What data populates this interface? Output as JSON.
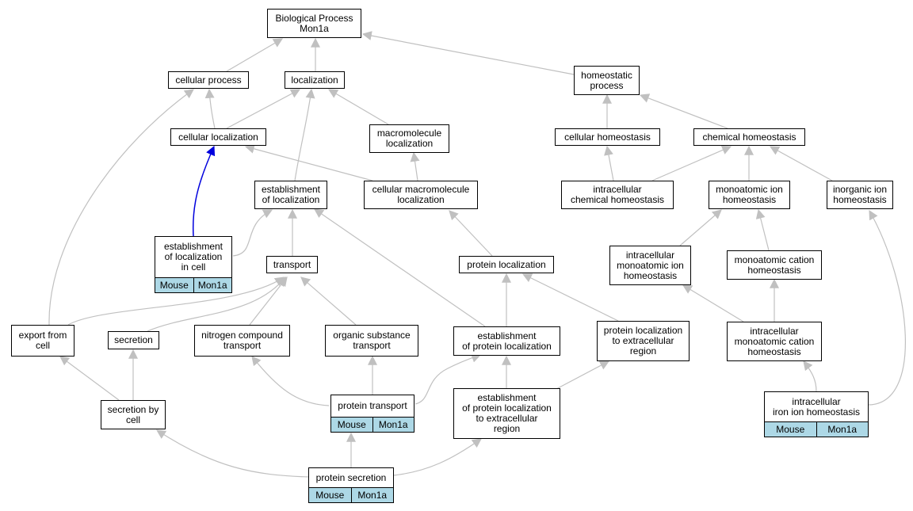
{
  "colors": {
    "edge": "#c0c0c0",
    "highlight_edge": "#0000dd",
    "annotation_fill": "#add8e6",
    "node_border": "#000000"
  },
  "nodes": {
    "biological_process": "Biological Process\nMon1a",
    "cellular_process": "cellular process",
    "localization": "localization",
    "homeostatic_process": "homeostatic\nprocess",
    "cellular_localization": "cellular localization",
    "macromolecule_localization": "macromolecule\nlocalization",
    "cellular_homeostasis": "cellular homeostasis",
    "chemical_homeostasis": "chemical homeostasis",
    "establishment_of_localization": "establishment\nof localization",
    "cellular_macromolecule_localization": "cellular macromolecule\nlocalization",
    "intracellular_chemical_homeostasis": "intracellular\nchemical homeostasis",
    "monoatomic_ion_homeostasis": "monoatomic ion\nhomeostasis",
    "inorganic_ion_homeostasis": "inorganic ion\nhomeostasis",
    "establishment_of_localization_in_cell": "establishment\nof localization\nin cell",
    "transport": "transport",
    "protein_localization": "protein localization",
    "intracellular_monoatomic_ion_homeostasis": "intracellular\nmonoatomic ion\nhomeostasis",
    "monoatomic_cation_homeostasis": "monoatomic cation\nhomeostasis",
    "export_from_cell": "export from\ncell",
    "secretion": "secretion",
    "nitrogen_compound_transport": "nitrogen compound\ntransport",
    "organic_substance_transport": "organic substance\ntransport",
    "establishment_of_protein_localization": "establishment\nof protein localization",
    "protein_localization_to_extracellular_region": "protein localization\nto extracellular\nregion",
    "intracellular_monoatomic_cation_homeostasis": "intracellular\nmonoatomic cation\nhomeostasis",
    "secretion_by_cell": "secretion by\ncell",
    "protein_transport": "protein transport",
    "establishment_of_protein_localization_to_extracellular_region": "establishment\nof protein localization\nto extracellular\nregion",
    "intracellular_iron_ion_homeostasis": "intracellular\niron ion homeostasis",
    "protein_secretion": "protein secretion"
  },
  "annotations": {
    "species": "Mouse",
    "gene": "Mon1a"
  }
}
